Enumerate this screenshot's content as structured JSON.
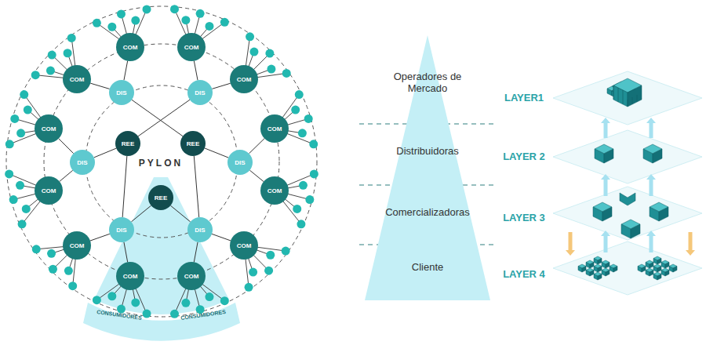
{
  "diagram": {
    "nodes": [
      {
        "text": [
          "REE"
        ]
      },
      {
        "text": [
          "REE"
        ]
      },
      {
        "text": [
          "REE"
        ]
      },
      {
        "text": [
          "DIS"
        ]
      },
      {
        "text": [
          "DIS"
        ]
      },
      {
        "text": [
          "DIS"
        ]
      },
      {
        "text": [
          "DIS"
        ]
      },
      {
        "text": [
          "DIS"
        ]
      },
      {
        "text": [
          "DIS"
        ]
      },
      {
        "text": [
          "COM"
        ]
      },
      {
        "text": [
          "COM"
        ]
      },
      {
        "text": [
          "COM"
        ]
      },
      {
        "text": [
          "COM"
        ]
      },
      {
        "text": [
          "COM"
        ]
      },
      {
        "text": [
          "COM"
        ]
      },
      {
        "text": [
          "COM"
        ]
      },
      {
        "text": [
          "COM"
        ]
      },
      {
        "text": [
          "COM"
        ]
      },
      {
        "text": [
          "COM"
        ]
      },
      {
        "text": [
          "COM"
        ]
      },
      {
        "text": [
          "COM"
        ]
      },
      {
        "text": [
          "Operadores de Mercado",
          "Distribuidoras",
          "Comercializadoras",
          "Cliente"
        ]
      }
    ],
    "edges": [
      {
        "from": 0,
        "to": 4,
        "arrow": "none"
      },
      {
        "from": 0,
        "to": 5,
        "arrow": "none"
      },
      {
        "from": 0,
        "to": 7,
        "arrow": "none"
      },
      {
        "from": 1,
        "to": 3,
        "arrow": "none"
      },
      {
        "from": 1,
        "to": 6,
        "arrow": "none"
      },
      {
        "from": 1,
        "to": 8,
        "arrow": "none"
      },
      {
        "from": 2,
        "to": 7,
        "arrow": "none"
      },
      {
        "from": 2,
        "to": 8,
        "arrow": "none"
      },
      {
        "from": 3,
        "to": 9,
        "arrow": "none"
      },
      {
        "from": 3,
        "to": 11,
        "arrow": "none"
      },
      {
        "from": 4,
        "to": 10,
        "arrow": "none"
      },
      {
        "from": 4,
        "to": 12,
        "arrow": "none"
      },
      {
        "from": 5,
        "to": 13,
        "arrow": "none"
      },
      {
        "from": 5,
        "to": 15,
        "arrow": "none"
      },
      {
        "from": 6,
        "to": 14,
        "arrow": "none"
      },
      {
        "from": 6,
        "to": 16,
        "arrow": "none"
      },
      {
        "from": 7,
        "to": 17,
        "arrow": "none"
      },
      {
        "from": 7,
        "to": 19,
        "arrow": "none"
      },
      {
        "from": 8,
        "to": 18,
        "arrow": "none"
      },
      {
        "from": 8,
        "to": 20,
        "arrow": "none"
      }
    ],
    "labels": [
      "PYLON",
      "CONSUMIDORES",
      "CONSUMIDORES",
      "LAYER1",
      "LAYER 2",
      "LAYER 3",
      "LAYER 4"
    ]
  }
}
